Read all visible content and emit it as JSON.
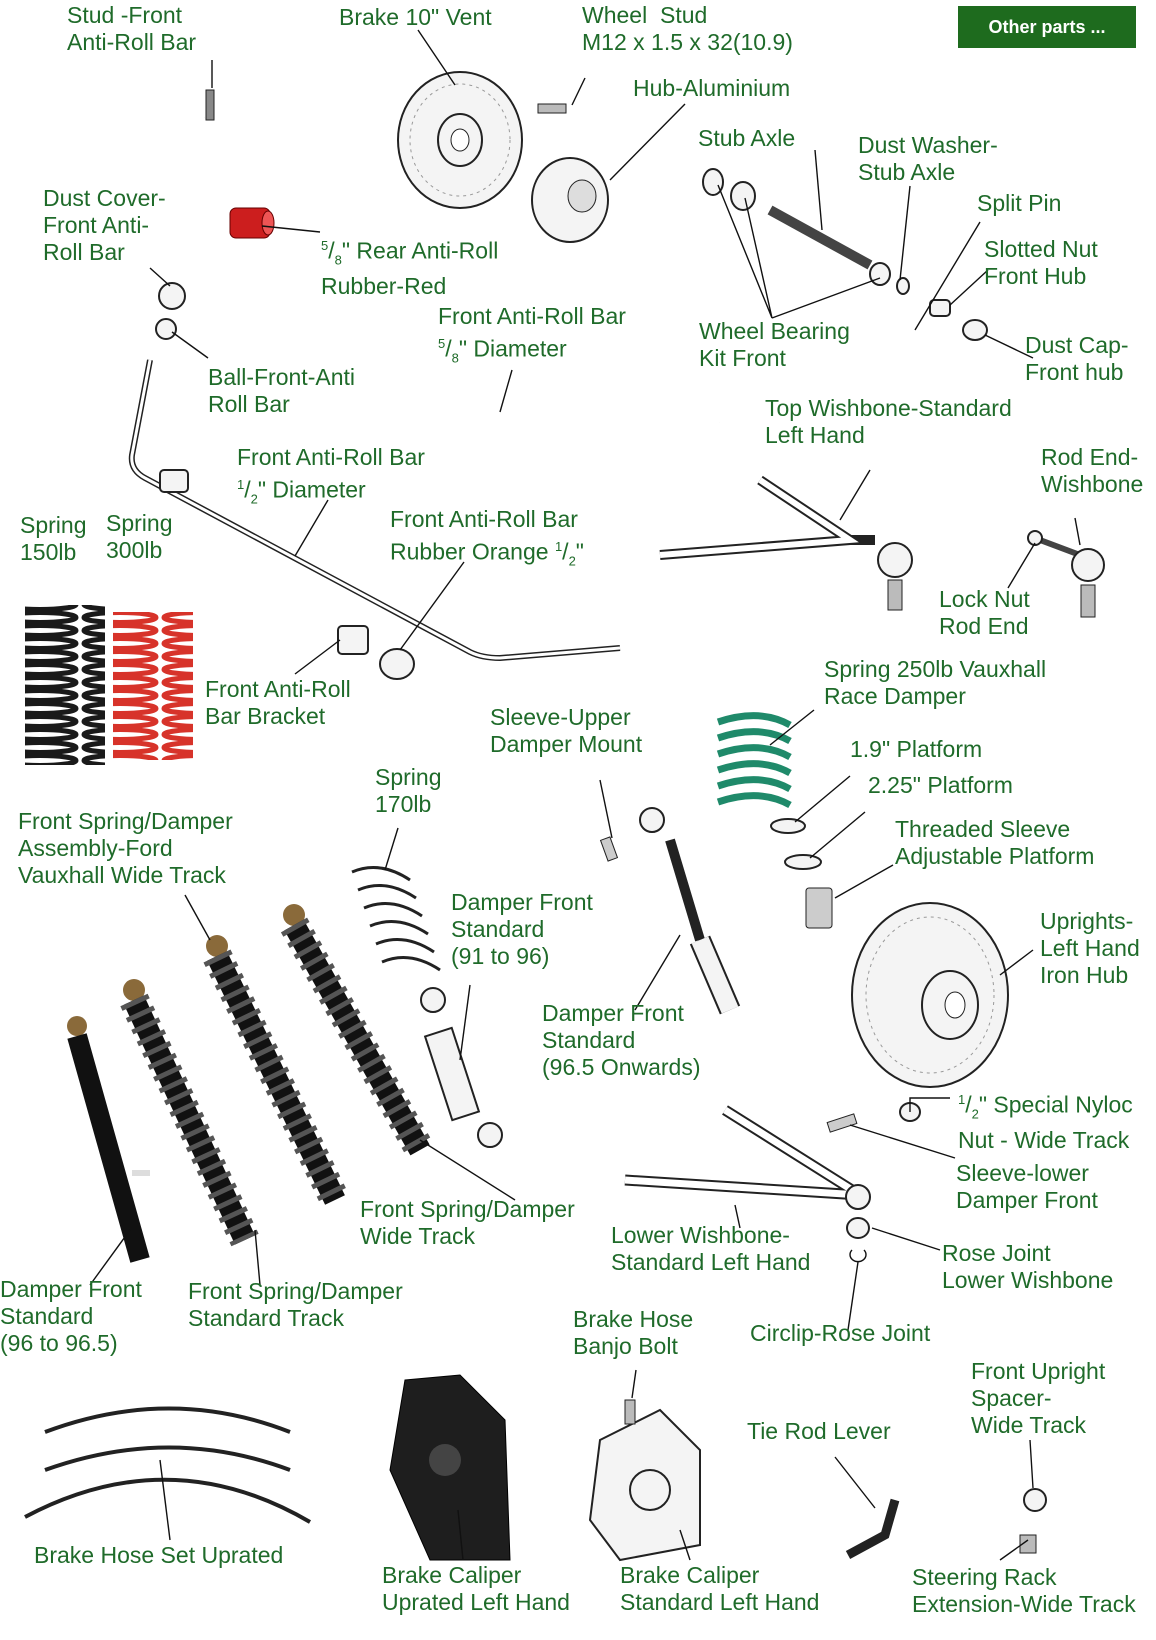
{
  "other_parts_button": "Other parts ...",
  "labels": {
    "stud_front_arb": "Stud -Front\nAnti-Roll Bar",
    "brake_vent": "Brake 10\" Vent",
    "wheel_stud": "Wheel  Stud\nM12 x 1.5 x 32(10.9)",
    "hub_aluminium": "Hub-Aluminium",
    "stub_axle": "Stub Axle",
    "dust_washer": "Dust Washer-\nStub Axle",
    "split_pin": "Split Pin",
    "slotted_nut": "Slotted Nut\nFront Hub",
    "dust_cap": "Dust Cap-\nFront hub",
    "wheel_bearing": "Wheel Bearing\nKit Front",
    "dust_cover": "Dust Cover-\nFront Anti-\nRoll Bar",
    "rear_arb_rubber": "\" Rear Anti-Roll\nRubber-Red",
    "front_arb_58": "Front Anti-Roll Bar\n",
    "front_arb_58_b": "\" Diameter",
    "ball_front_anti": "Ball-Front-Anti\nRoll Bar",
    "top_wishbone": "Top Wishbone-Standard\nLeft Hand",
    "rod_end": "Rod End-\nWishbone",
    "front_arb_12": "Front Anti-Roll Bar\n",
    "front_arb_12_b": "\" Diameter",
    "spring_150": "Spring\n150lb",
    "spring_300": "Spring\n300lb",
    "arb_rubber_orange": "Front Anti-Roll Bar\nRubber Orange ",
    "arb_rubber_orange_b": "\"",
    "lock_nut": "Lock Nut\nRod End",
    "arb_bracket": "Front Anti-Roll\nBar Bracket",
    "spring_250": "Spring 250lb Vauxhall\nRace Damper",
    "sleeve_upper": "Sleeve-Upper\nDamper Mount",
    "platform_19": "1.9\" Platform",
    "platform_225": "2.25\" Platform",
    "spring_170": "Spring\n170lb",
    "threaded_sleeve": "Threaded Sleeve\nAdjustable Platform",
    "front_spring_damper_ford": "Front Spring/Damper\nAssembly-Ford\nVauxhall Wide Track",
    "damper_91_96": "Damper Front\nStandard\n(91 to 96)",
    "uprights": "Uprights-\nLeft Hand\nIron Hub",
    "damper_965_on": "Damper Front\nStandard\n(96.5 Onwards)",
    "nyloc_nut": "\" Special Nyloc\nNut - Wide Track",
    "sleeve_lower": "Sleeve-lower\nDamper Front",
    "front_spring_wide": "Front Spring/Damper\nWide Track",
    "lower_wishbone": "Lower Wishbone-\nStandard Left Hand",
    "rose_joint": "Rose Joint\nLower Wishbone",
    "damper_96_965": "Damper Front\nStandard\n(96 to 96.5)",
    "front_spring_std": "Front Spring/Damper\nStandard Track",
    "brake_hose_banjo": "Brake Hose\nBanjo Bolt",
    "circlip": "Circlip-Rose Joint",
    "front_upright_spacer": "Front Upright\nSpacer-\nWide Track",
    "tie_rod": "Tie Rod Lever",
    "brake_hose_set": "Brake Hose Set Uprated",
    "caliper_uprated": "Brake Caliper\nUprated Left Hand",
    "caliper_standard": "Brake Caliper\nStandard Left Hand",
    "steering_rack": "Steering Rack\nExtension-Wide Track"
  },
  "fractions": {
    "five_eighths_num": "5",
    "five_eighths_den": "8",
    "half_num": "1",
    "half_den": "2"
  },
  "colors": {
    "label_text": "#1f6b2a",
    "button_bg": "#1e6b1e",
    "spring_black": "#1a1a1a",
    "spring_red": "#d7332a",
    "spring_green": "#1f8a6a",
    "rubber_red": "#cc1e1e"
  }
}
